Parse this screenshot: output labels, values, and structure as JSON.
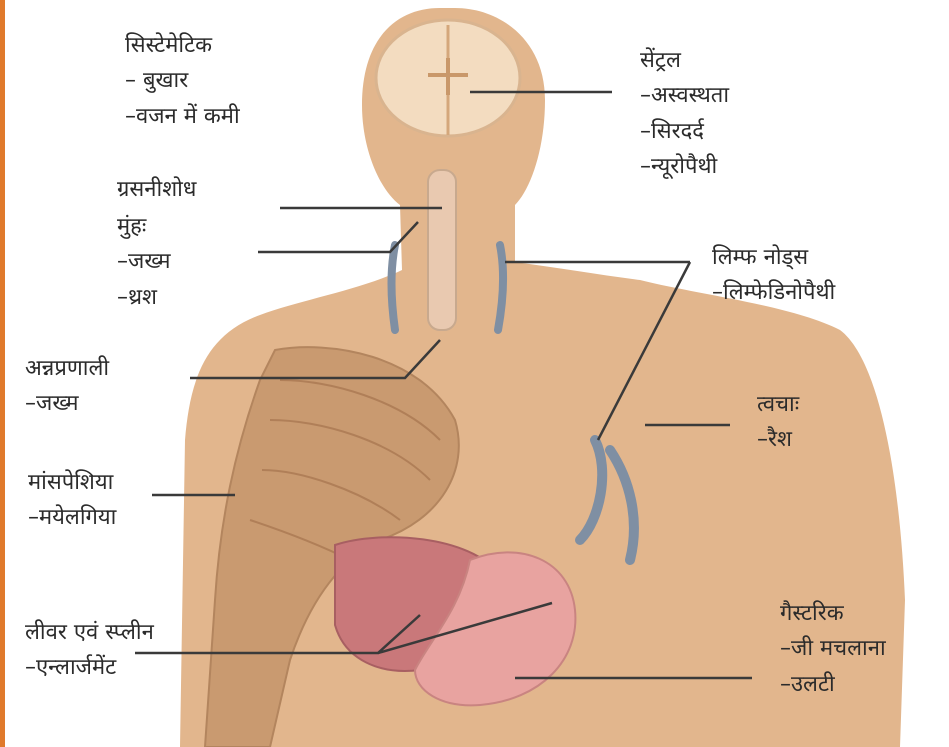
{
  "colors": {
    "frame": "#e07a2c",
    "skin": "#e2b68d",
    "muscle": "#c99a70",
    "organ": "#d88a8a",
    "lymph": "#7f8fa3",
    "leader": "#3a3a3a"
  },
  "labels": {
    "systemic": {
      "title": "सिस्टेमेटिक",
      "items": [
        "– बुखार",
        "–वजन में कमी"
      ]
    },
    "central": {
      "title": "सेंट्रल",
      "items": [
        "–अस्वस्थता",
        "–सिरदर्द",
        "–न्यूरोपैथी"
      ]
    },
    "pharynx": {
      "title": "ग्रसनीशोध"
    },
    "mouth": {
      "title": "मुंहः",
      "items": [
        "–जख्म",
        "–थ्रश"
      ]
    },
    "lymph_nodes": {
      "title": "लिम्फ नोड्स",
      "items": [
        "–लिम्फेडिनोपैथी"
      ]
    },
    "esophagus": {
      "title": "अन्नप्रणाली",
      "items": [
        "–जख्म"
      ]
    },
    "skin": {
      "title": "त्वचाः",
      "items": [
        "–रैश"
      ]
    },
    "muscles": {
      "title": "मांसपेशिया",
      "items": [
        "–मयेलगिया"
      ]
    },
    "liver_spleen": {
      "title": "लीवर एवं स्प्लीन",
      "items": [
        "–एन्लार्जमेंट"
      ]
    },
    "gastric": {
      "title": "गैस्टरिक",
      "items": [
        "–जी मचलाना",
        "–उलटी"
      ]
    }
  }
}
